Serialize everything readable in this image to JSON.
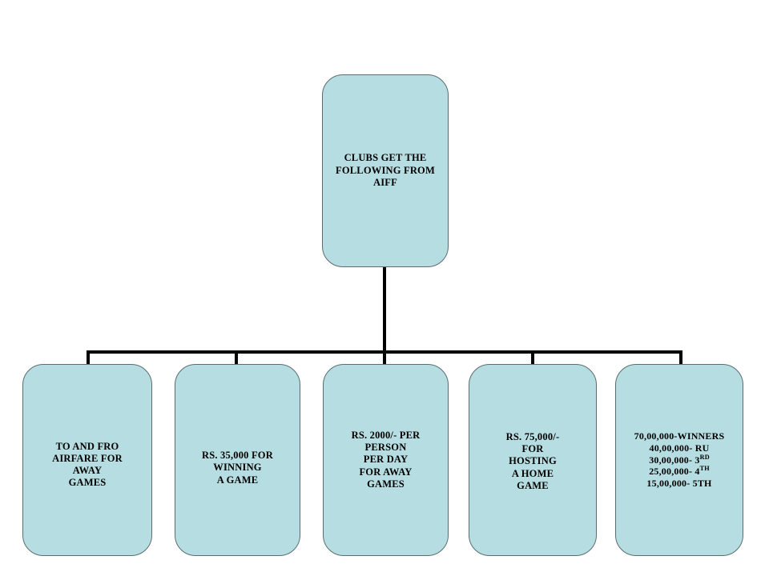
{
  "diagram": {
    "type": "organization-chart",
    "title_node": {
      "id": "root",
      "text": "CLUBS GET THE\nFOLLOWING FROM\nAIFF"
    },
    "children": [
      {
        "id": "leaf-0",
        "text": "TO AND FRO\nAIRFARE FOR\nAWAY\nGAMES"
      },
      {
        "id": "leaf-1",
        "text": "RS. 35,000 FOR\nWINNING\nA GAME"
      },
      {
        "id": "leaf-2",
        "text": "RS. 2000/- PER\nPERSON\nPER DAY\nFOR AWAY\nGAMES"
      },
      {
        "id": "leaf-3",
        "text": "RS. 75,000/-\nFOR\nHOSTING\nA HOME\nGAME"
      },
      {
        "id": "leaf-4",
        "text": "70,00,000-WINNERS\n40,00,000- RU\n30,00,000- 3RD\n25,00,000- 4TH\n15,00,000- 5TH",
        "rank_lines": [
          {
            "amount": "70,00,000-WINNERS",
            "suffix": ""
          },
          {
            "amount": "40,00,000- RU",
            "suffix": ""
          },
          {
            "amount": "30,00,000- 3",
            "suffix": "RD"
          },
          {
            "amount": "25,00,000- 4",
            "suffix": "TH"
          },
          {
            "amount": "15,00,000- 5TH",
            "suffix": ""
          }
        ]
      }
    ],
    "colors": {
      "node_fill": "#b6dde1",
      "node_border": "#5a6d70",
      "connector": "#000000",
      "text": "#000000",
      "background": "#ffffff"
    }
  }
}
